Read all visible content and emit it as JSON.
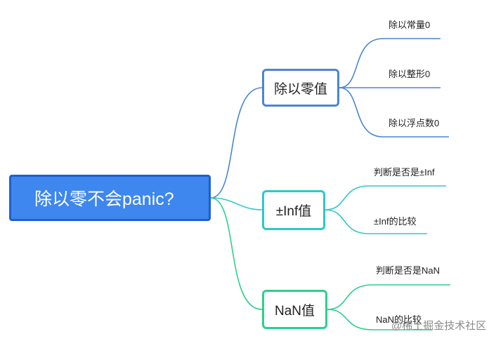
{
  "root": {
    "label": "除以零不会panic?"
  },
  "branches": [
    {
      "label": "除以零值",
      "color": "#4a86d4",
      "leaves": [
        "除以常量0",
        "除以整形0",
        "除以浮点数0"
      ]
    },
    {
      "label": "±Inf值",
      "color": "#2fc8c8",
      "leaves": [
        "判断是否是±Inf",
        "±Inf的比较"
      ]
    },
    {
      "label": "NaN值",
      "color": "#2ecf8c",
      "leaves": [
        "判断是否是NaN",
        "NaN的比较"
      ]
    }
  ],
  "watermark": "@稀土掘金技术社区"
}
